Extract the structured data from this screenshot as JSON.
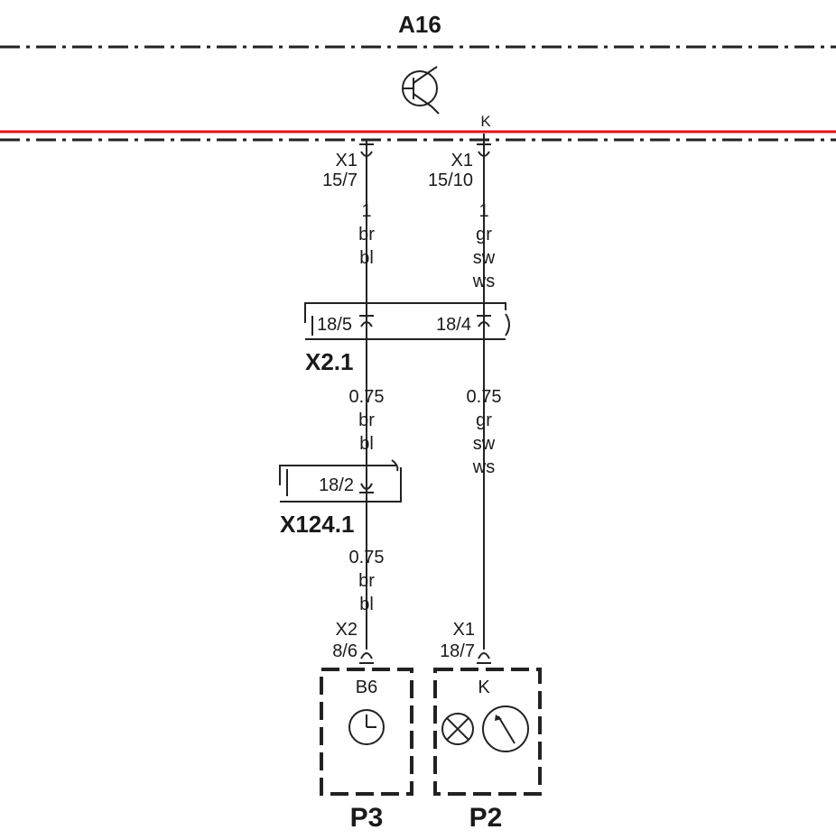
{
  "module": {
    "name": "A16"
  },
  "red_line_color": "#e0101a",
  "top_connector": {
    "pin_k": "K"
  },
  "left_wire": {
    "top_conn": "X1",
    "top_pin": "15/7",
    "seg1": {
      "size": "1",
      "c1": "br",
      "c2": "bl"
    },
    "seg2": {
      "size": "0.75",
      "c1": "br",
      "c2": "bl"
    },
    "seg3": {
      "size": "0.75",
      "c1": "br",
      "c2": "bl"
    },
    "bottom_conn": "X2",
    "bottom_pin": "8/6"
  },
  "right_wire": {
    "top_conn": "X1",
    "top_pin": "15/10",
    "seg1": {
      "size": "1",
      "c1": "gr",
      "c2": "sw",
      "c3": "ws"
    },
    "seg2": {
      "size": "0.75",
      "c1": "gr",
      "c2": "sw",
      "c3": "ws"
    },
    "bottom_conn": "X1",
    "bottom_pin": "18/7"
  },
  "connector_x2": {
    "name": "X2.1",
    "pin_left": "18/5",
    "pin_right": "18/4"
  },
  "connector_x124": {
    "name": "X124.1",
    "pin": "18/2"
  },
  "component_p3": {
    "name": "P3",
    "pin": "B6",
    "icon": "clock-icon"
  },
  "component_p2": {
    "name": "P2",
    "pin": "K",
    "icons": [
      "lamp-icon",
      "gauge-icon"
    ]
  }
}
